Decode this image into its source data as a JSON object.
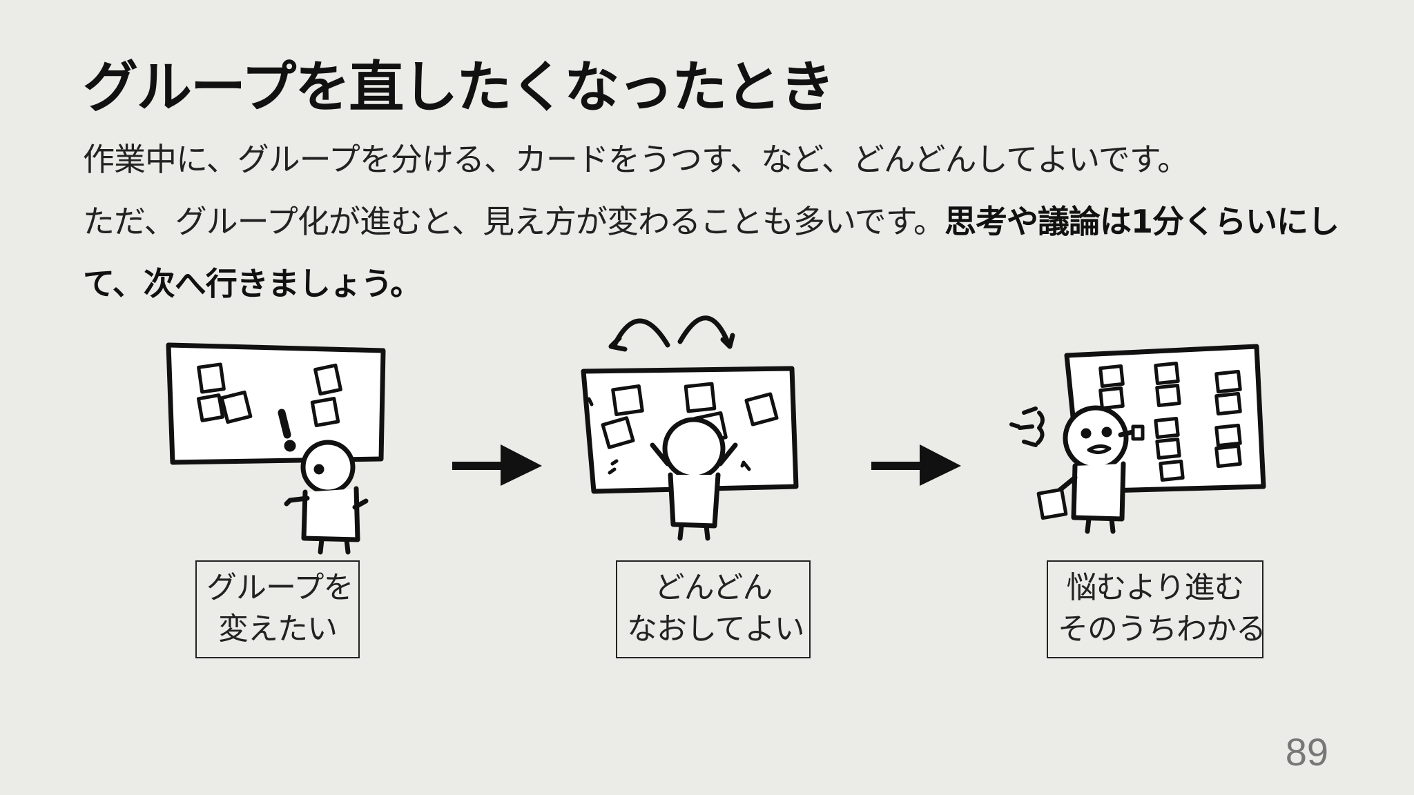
{
  "slide": {
    "title": "グループを直したくなったとき",
    "line1": "作業中に、グループを分ける、カードをうつす、など、どんどんしてよいです。",
    "line2_normal": "ただ、グループ化が進むと、見え方が変わることも多いです。",
    "line2_bold": "思考や議論は1分くらいにして、次へ行きましょう。",
    "page_number": "89"
  },
  "steps": [
    {
      "caption_line1": "グループを",
      "caption_line2": "変えたい"
    },
    {
      "caption_line1": "どんどん",
      "caption_line2": "なおしてよい"
    },
    {
      "caption_line1": "悩むより進む",
      "caption_line2": "そのうちわかる"
    }
  ]
}
